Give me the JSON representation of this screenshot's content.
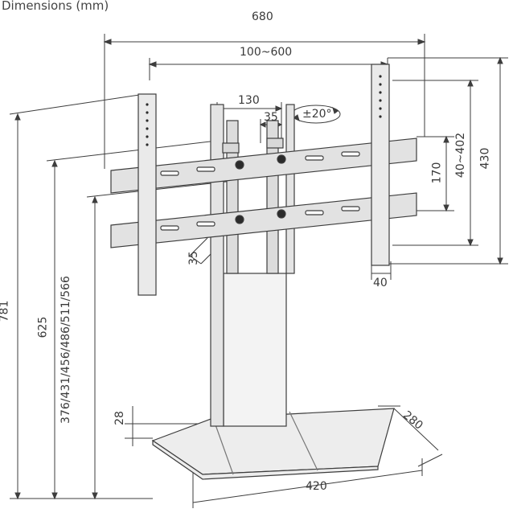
{
  "title": "Dimensions (mm)",
  "dimensions": {
    "overall_width": "680",
    "vesa_range": "100~600",
    "column_width": "130",
    "pivot_offset": "35",
    "swivel": "±20°",
    "bracket_spacing": "170",
    "vertical_adjust": "40~402",
    "arm_height": "430",
    "arm_width": "40",
    "tilt_depth": "35",
    "total_height": "781",
    "top_height": "625",
    "height_positions": "376/431/456/486/511/566",
    "base_thickness": "28",
    "base_depth": "280",
    "base_width": "420"
  },
  "colors": {
    "line": "#3d3d3d",
    "fill": "#e6e6e6",
    "dark": "#2b2b2b"
  }
}
